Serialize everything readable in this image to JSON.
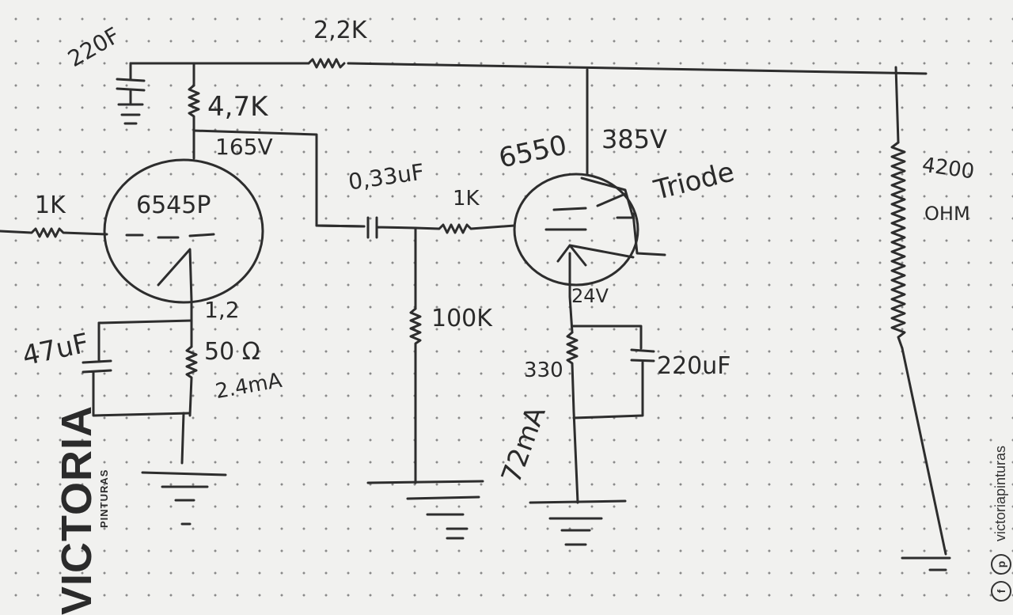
{
  "labels": {
    "cap_220uf_top": "220F",
    "res_2_2k": "2,2K",
    "res_4_7k": "4,7K",
    "volt_165v": "165V",
    "tube_6sl": "6545P",
    "res_1k_in": "1K",
    "cathode_1_2": "1,2",
    "cap_47uf": "47uF",
    "res_50": "50 Ω",
    "current_2_4ma": "2.4mA",
    "cap_0_33uf": "0,33uF",
    "res_1k_grid": "1K",
    "res_100k": "100K",
    "tube_6550": "6550",
    "volt_385v": "385V",
    "triode": "Triode",
    "res_4200": "4200",
    "ohm": "OHM",
    "volt_24v": "24V",
    "res_330": "330",
    "cap_220uf_cath": "220uF",
    "current_72ma": "72mA"
  },
  "watermark": {
    "brand": "VICTORIA",
    "sub": "PINTURAS",
    "handle": "victoriapinturas",
    "icons": [
      "facebook-icon",
      "pinterest-icon"
    ]
  },
  "colors": {
    "paper": "#f1f1ef",
    "ink": "#2a2a2a",
    "dots": "#8a8a8a"
  }
}
